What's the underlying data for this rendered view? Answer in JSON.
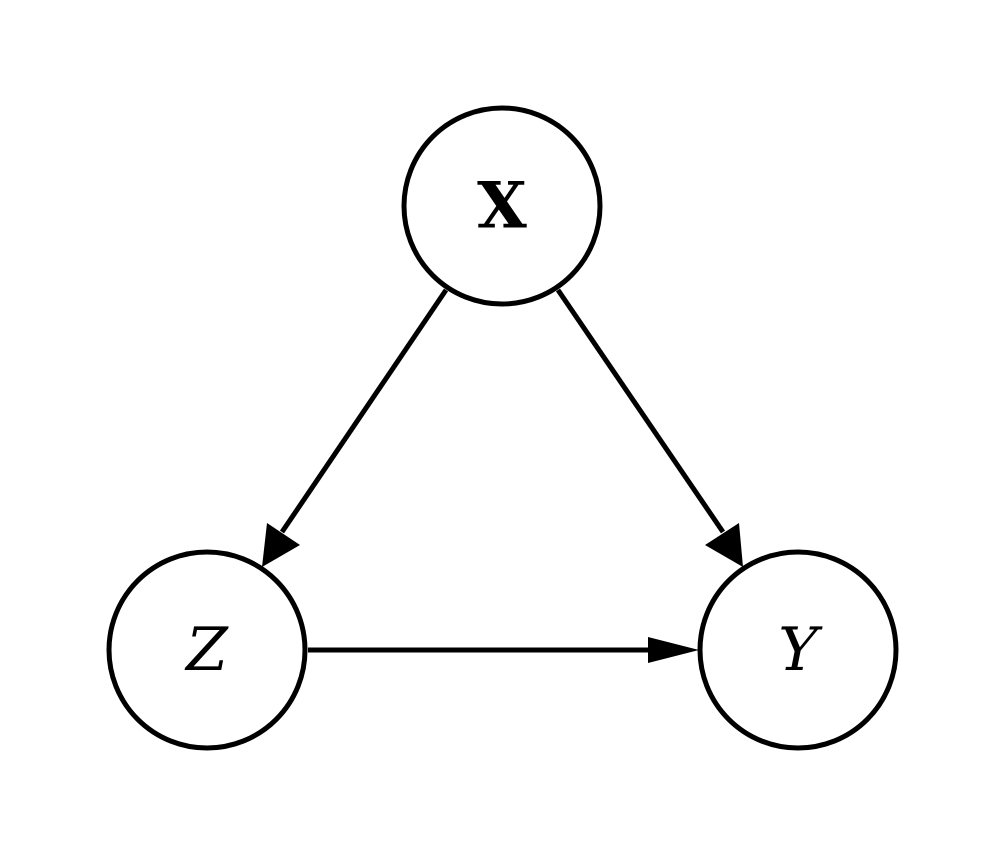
{
  "diagram": {
    "type": "directed-graph",
    "nodes": [
      {
        "id": "X",
        "label": "X"
      },
      {
        "id": "Z",
        "label": "Z"
      },
      {
        "id": "Y",
        "label": "Y"
      }
    ],
    "edges": [
      {
        "from": "X",
        "to": "Z"
      },
      {
        "from": "X",
        "to": "Y"
      },
      {
        "from": "Z",
        "to": "Y"
      }
    ]
  }
}
